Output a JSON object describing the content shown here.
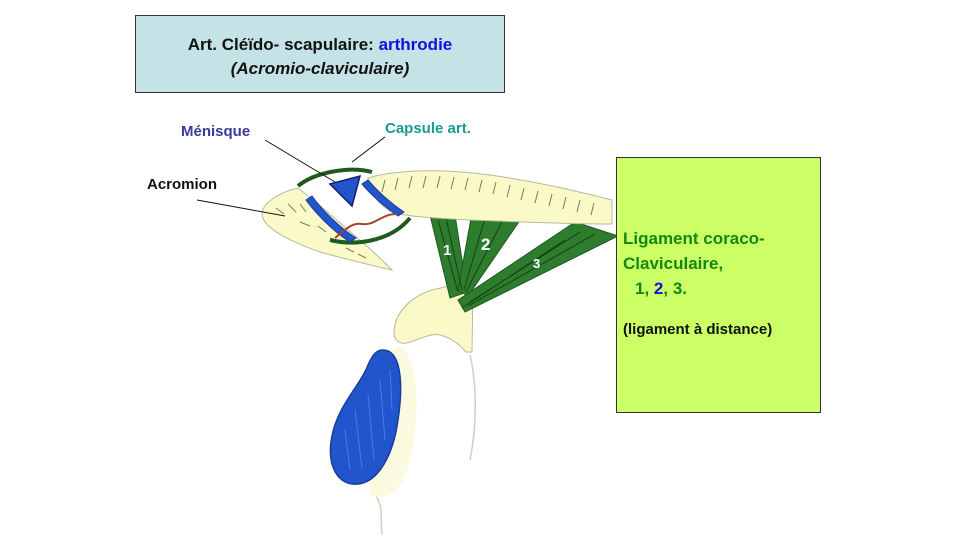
{
  "title": {
    "prefix": "Art. Cléïdo- scapulaire: ",
    "accent": "arthrodie",
    "subtitle": "(Acromio-claviculaire)"
  },
  "labels": {
    "menisque": "Ménisque",
    "capsule": "Capsule art.",
    "acromion": "Acromion"
  },
  "ligament_numbers": [
    "1",
    "2",
    "3"
  ],
  "green_box": {
    "line1": "Ligament coraco-",
    "line2": "Claviculaire,",
    "line3_prefix": "1, ",
    "line3_mid": "2",
    "line3_suffix": ", 3.",
    "note": "(ligament à distance)"
  },
  "colors": {
    "title_bg": "#c5e3e6",
    "accent": "#1111dd",
    "menisque": "#3a3a9a",
    "capsule": "#1a9a94",
    "green_box_bg": "#ccff66",
    "green_text": "#118811",
    "bone": "#fafac8",
    "ligament": "#2e7d2e",
    "cartilage": "#2255cc"
  }
}
